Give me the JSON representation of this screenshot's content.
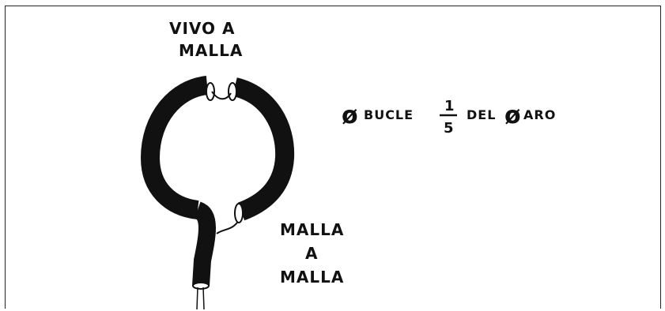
{
  "labels": {
    "top_line1": "VIVO A",
    "top_line2": "MALLA",
    "formula_prefix_symbol": "ø",
    "formula_word1": "BUCLE",
    "fraction_numerator": "1",
    "fraction_denominator": "5",
    "formula_word2": "DEL",
    "formula_suffix_symbol": "ø",
    "formula_word3": "ARO",
    "bottom_line1": "MALLA",
    "bottom_line2": "A",
    "bottom_line3": "MALLA"
  },
  "colors": {
    "ink": "#111111",
    "background": "#ffffff"
  }
}
